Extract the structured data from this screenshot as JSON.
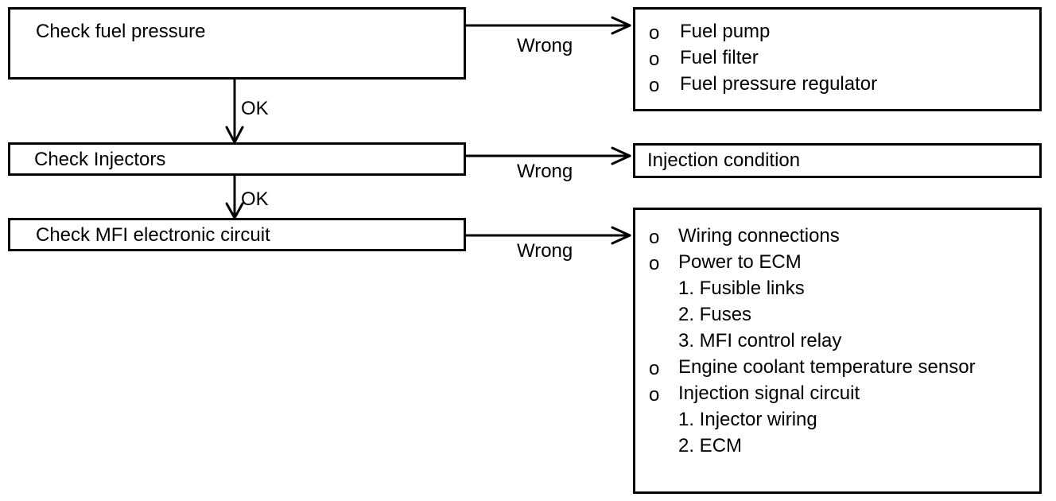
{
  "steps": [
    {
      "label": "Check fuel pressure"
    },
    {
      "label": "Check Injectors"
    },
    {
      "label": "Check MFI electronic circuit"
    }
  ],
  "edge_labels": {
    "wrong": "Wrong",
    "ok": "OK"
  },
  "results": {
    "fuel_pressure": {
      "bullet": "o",
      "items": [
        "Fuel pump",
        "Fuel filter",
        "Fuel pressure regulator"
      ]
    },
    "injectors": {
      "text": "Injection condition"
    },
    "mfi_circuit": {
      "bullet": "o",
      "lines": [
        {
          "text": "Wiring connections",
          "bulleted": true
        },
        {
          "text": "Power to ECM",
          "bulleted": true
        },
        {
          "text": "1. Fusible links",
          "bulleted": false
        },
        {
          "text": "2. Fuses",
          "bulleted": false
        },
        {
          "text": "3. MFI control relay",
          "bulleted": false
        },
        {
          "text": "Engine coolant temperature sensor",
          "bulleted": true
        },
        {
          "text": "Injection signal circuit",
          "bulleted": true
        },
        {
          "text": "1. Injector wiring",
          "bulleted": false
        },
        {
          "text": "2. ECM",
          "bulleted": false
        }
      ]
    }
  }
}
